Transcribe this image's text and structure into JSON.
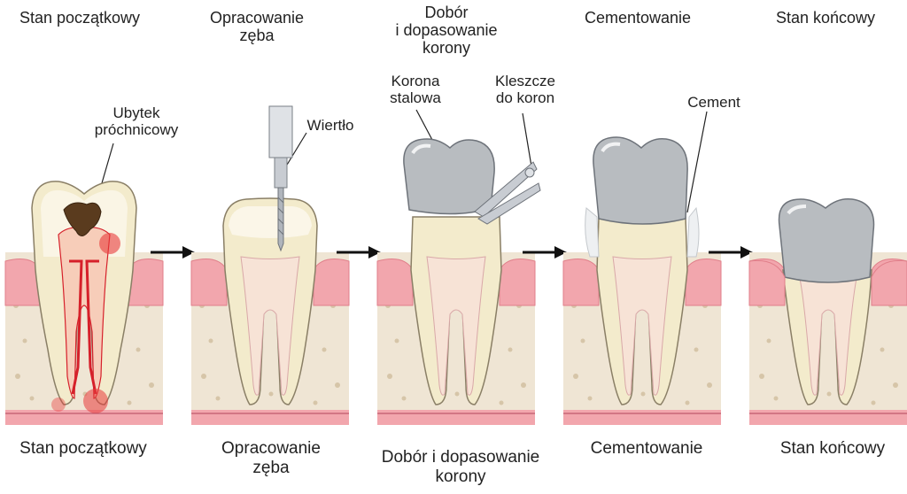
{
  "panels": [
    {
      "top_title": "Stan początkowy",
      "bottom_title": "Stan początkowy"
    },
    {
      "top_title": "Opracowanie\nzęba",
      "bottom_title": "Opracowanie\nzęba"
    },
    {
      "top_title": "Dobór\ni dopasowanie\nkorony",
      "bottom_title": "Dobór i dopasowanie\nkorony"
    },
    {
      "top_title": "Cementowanie",
      "bottom_title": "Cementowanie"
    },
    {
      "top_title": "Stan końcowy",
      "bottom_title": "Stan końcowy"
    }
  ],
  "callouts": {
    "caries": "Ubytek\npróchnicowy",
    "drill": "Wiertło",
    "crown": "Korona\nstalowa",
    "forceps": "Kleszcze\ndo koron",
    "cement": "Cement"
  },
  "colors": {
    "gum": "#f2a6ad",
    "gum_dark": "#e07f8a",
    "bone": "#efe5d4",
    "bone_dot": "#d6c5a8",
    "tooth": "#f3ebcc",
    "tooth_outline": "#8a7f66",
    "pulp_red": "#d6202a",
    "crown_metal": "#b8bcc0",
    "cement": "#eef0f2",
    "caries": "#5a3b1e"
  }
}
